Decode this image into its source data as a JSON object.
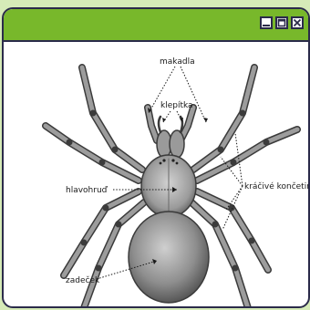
{
  "window": {
    "controls": [
      "minimize-icon",
      "maximize-icon",
      "close-icon"
    ],
    "accent_color": "#78b82b",
    "border_color": "#2b2b4a"
  },
  "diagram": {
    "labels": {
      "pedipalps": "makadla",
      "chelicerae": "klepítka",
      "cephalothorax": "hlavohruď",
      "walking_legs": "kráčivé končetiny",
      "abdomen": "zadeček"
    }
  }
}
